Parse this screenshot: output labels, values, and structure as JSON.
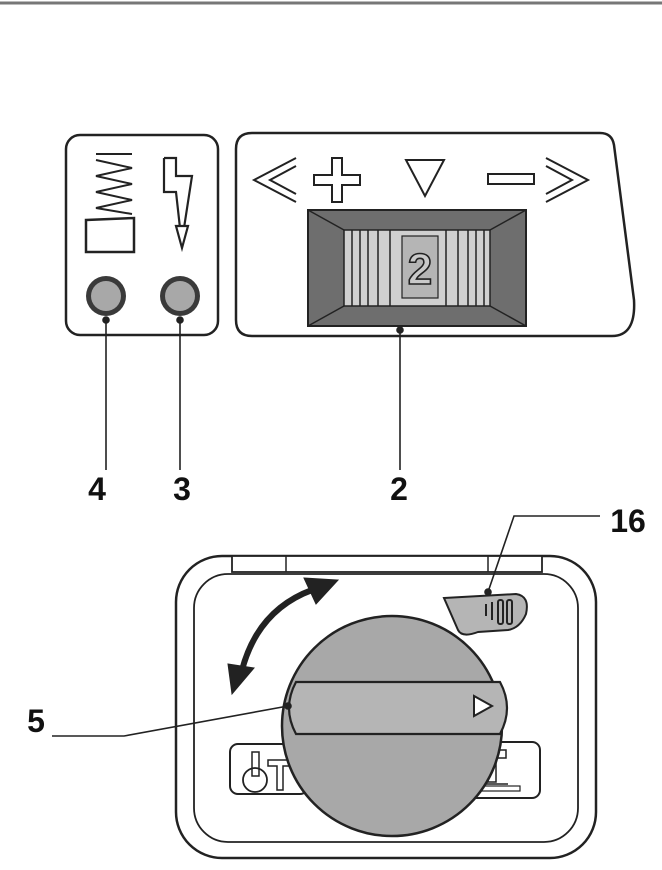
{
  "callouts": {
    "c4": "4",
    "c3": "3",
    "c2": "2",
    "c16": "16",
    "c5": "5"
  },
  "wheel": {
    "value": "2"
  },
  "icons": [
    "spring-icon",
    "lightning-bolt-icon",
    "arrow-left-icon",
    "plus-icon",
    "triangle-down-icon",
    "minus-icon",
    "arrow-right-icon",
    "rotate-arrow-icon",
    "tool-lock-icon",
    "tool-unlock-icon",
    "slider-icon",
    "pointer-triangle-icon"
  ],
  "colors": {
    "line": "#222222",
    "panel_bg": "#ffffff",
    "grey_light": "#d0d0d0",
    "grey_mid": "#a8a8a8",
    "grey_dark": "#6e6e6e"
  }
}
